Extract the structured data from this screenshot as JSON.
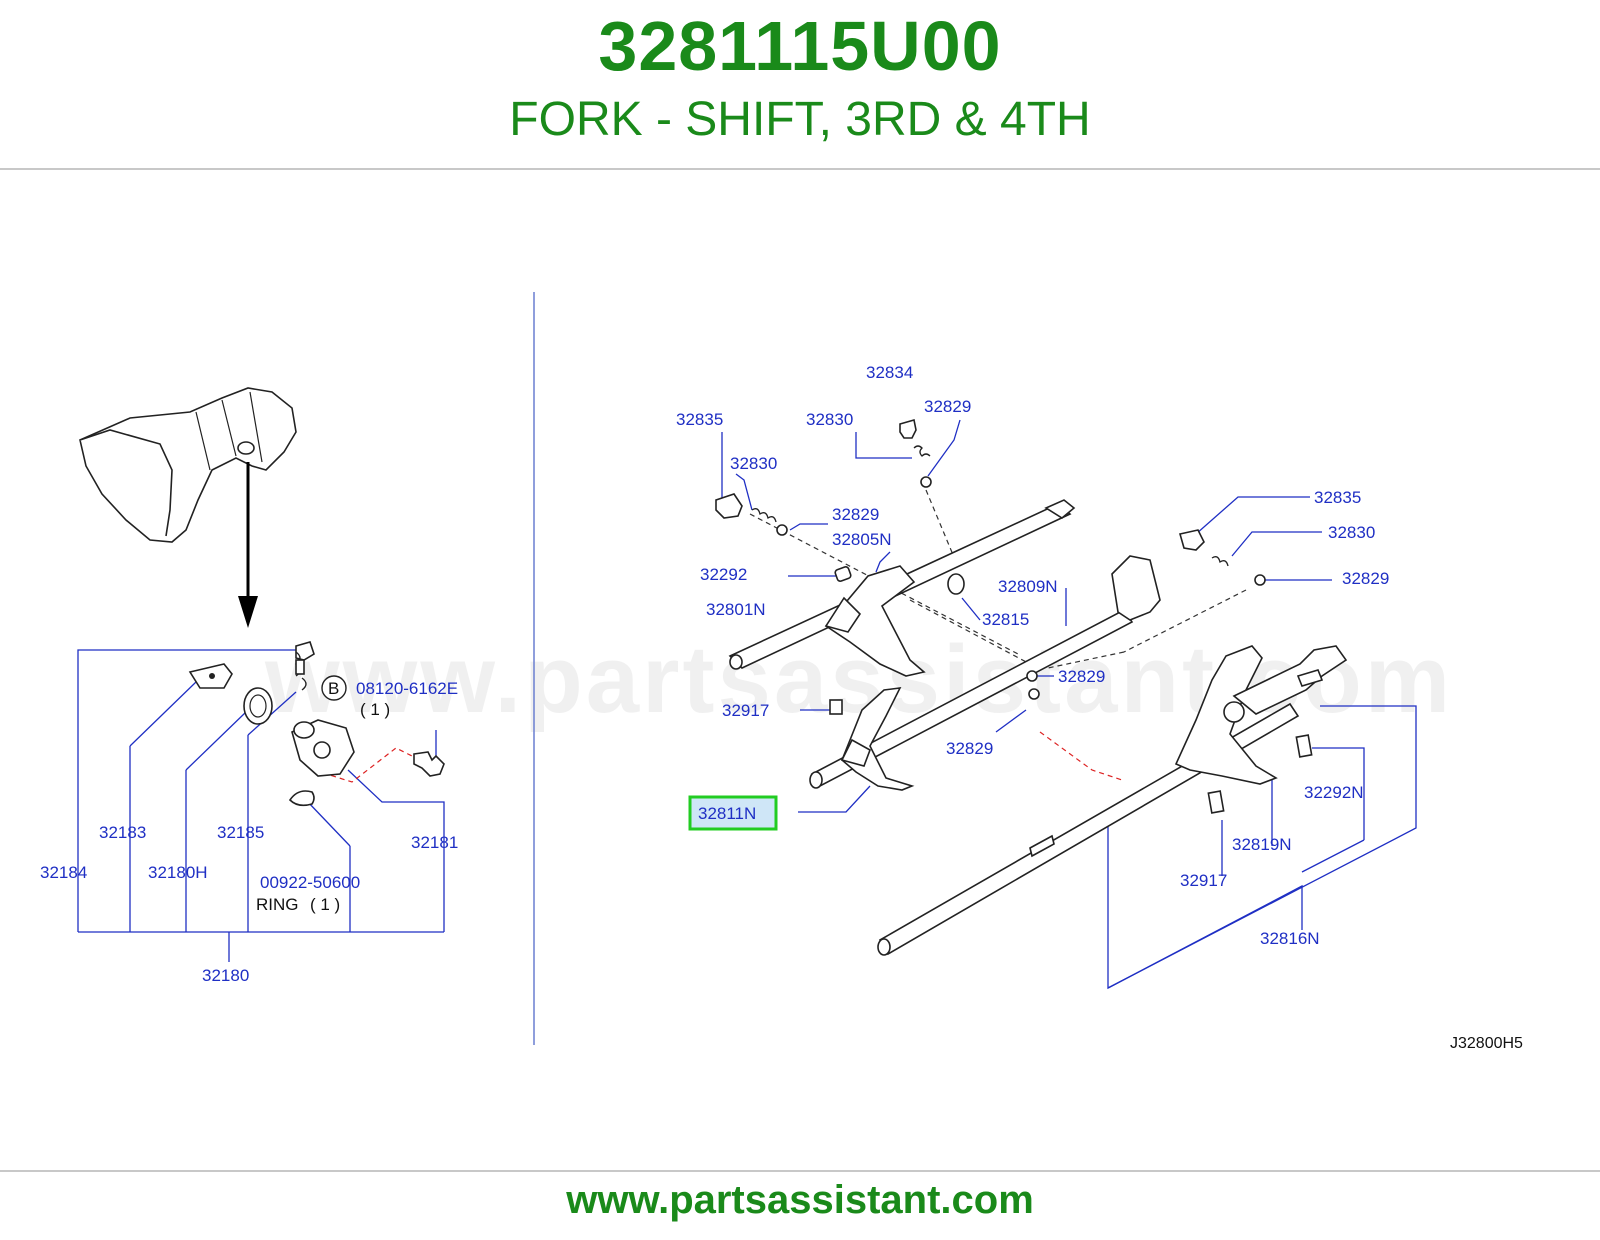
{
  "header": {
    "part_number": "3281115U00",
    "description": "FORK - SHIFT, 3RD & 4TH"
  },
  "footer": {
    "url": "www.partsassistant.com"
  },
  "watermark": "www.partsassistant.com",
  "diagram_code": "J32800H5",
  "highlight": {
    "label": "32811N",
    "border_color": "#22cc22",
    "fill_color": "#cfe6f7"
  },
  "colors": {
    "brand_green": "#1a8a1a",
    "callout_blue": "#1f2fc4",
    "ref_dash_red": "#dd2222"
  },
  "left_panel": {
    "labels": {
      "l32183": "32183",
      "l32185": "32185",
      "l32181": "32181",
      "l32184": "32184",
      "l32180H": "32180H",
      "l00922": "00922-50600",
      "ring": "RING",
      "ring_qty": "( 1 )",
      "l32180": "32180",
      "bolt_ref_letter": "B",
      "bolt_part": "08120-6162E",
      "bolt_qty": "( 1 )"
    }
  },
  "right_panel": {
    "labels": {
      "a32834": "32834",
      "a32835_top": "32835",
      "a32830_top": "32830",
      "a32829_top": "32829",
      "a32830_left": "32830",
      "a32829_left": "32829",
      "a32805N": "32805N",
      "a32292": "32292",
      "a32801N": "32801N",
      "a32809N": "32809N",
      "a32815": "32815",
      "a32835_right": "32835",
      "a32830_right": "32830",
      "a32829_right": "32829",
      "a32829_mid": "32829",
      "a32917_left": "32917",
      "a32829_low": "32829",
      "a32811N": "32811N",
      "a32292N": "32292N",
      "a32819N": "32819N",
      "a32917_right": "32917",
      "a32816N": "32816N"
    }
  }
}
